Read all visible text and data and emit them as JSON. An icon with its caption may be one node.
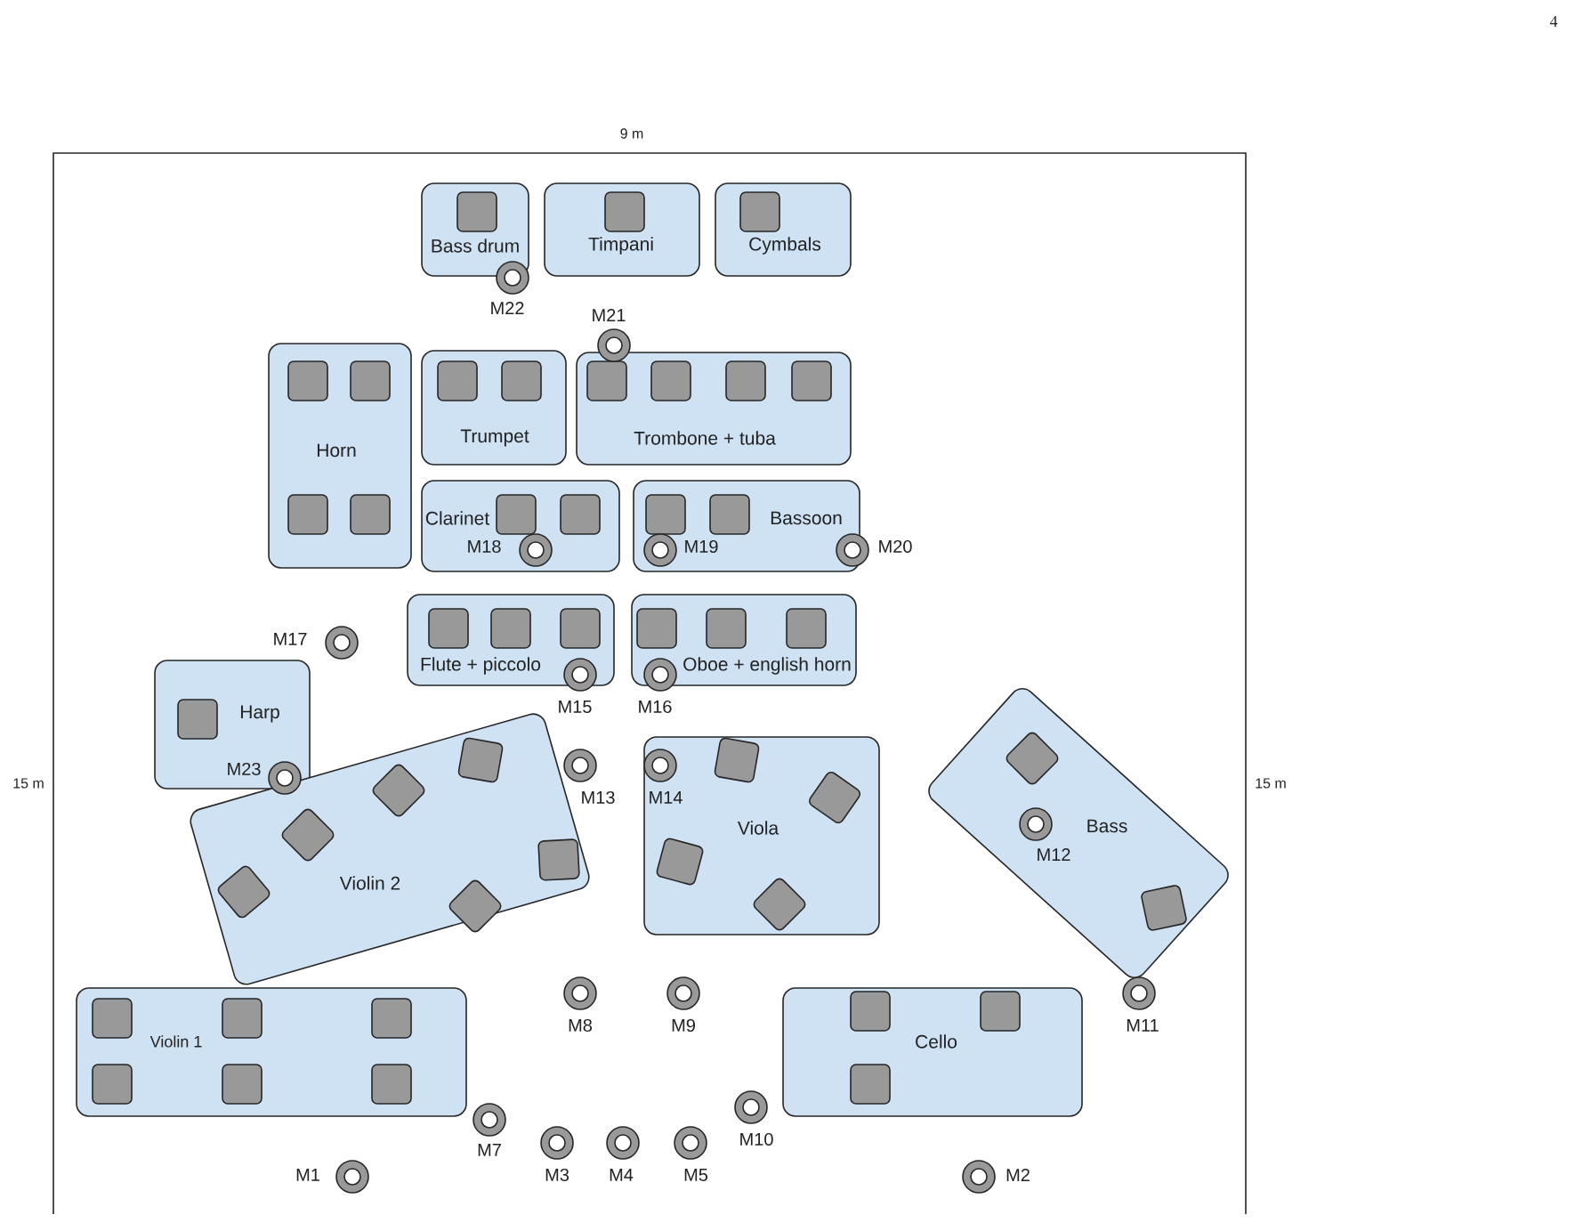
{
  "diagram": {
    "nodes": [
      {
        "text": [
          "Bass drum"
        ]
      },
      {
        "text": [
          "Timpani"
        ]
      },
      {
        "text": [
          "Cymbals"
        ]
      },
      {
        "text": [
          "Horn"
        ]
      },
      {
        "text": [
          "Trumpet"
        ]
      },
      {
        "text": [
          "Trombone + tuba"
        ]
      },
      {
        "text": [
          "Clarinet"
        ]
      },
      {
        "text": [
          "Bassoon"
        ]
      },
      {
        "text": [
          "Flute + piccolo"
        ]
      },
      {
        "text": [
          "Oboe + english horn"
        ]
      },
      {
        "text": [
          "Harp"
        ]
      },
      {
        "text": [
          "Violin 2"
        ]
      },
      {
        "text": [
          "Viola"
        ]
      },
      {
        "text": [
          "Bass"
        ]
      },
      {
        "text": [
          "Violin 1"
        ]
      },
      {
        "text": [
          "Cello"
        ]
      }
    ],
    "labels": [
      "4",
      "9 m",
      "M22",
      "M21",
      "M18",
      "M19",
      "M20",
      "M17",
      "M15",
      "M16",
      "15 m",
      "M23",
      "M13",
      "M14",
      "15 m",
      "M12",
      "M8",
      "M9",
      "M11",
      "M7",
      "M10",
      "M1",
      "M3",
      "M4",
      "M5",
      "M2"
    ]
  }
}
